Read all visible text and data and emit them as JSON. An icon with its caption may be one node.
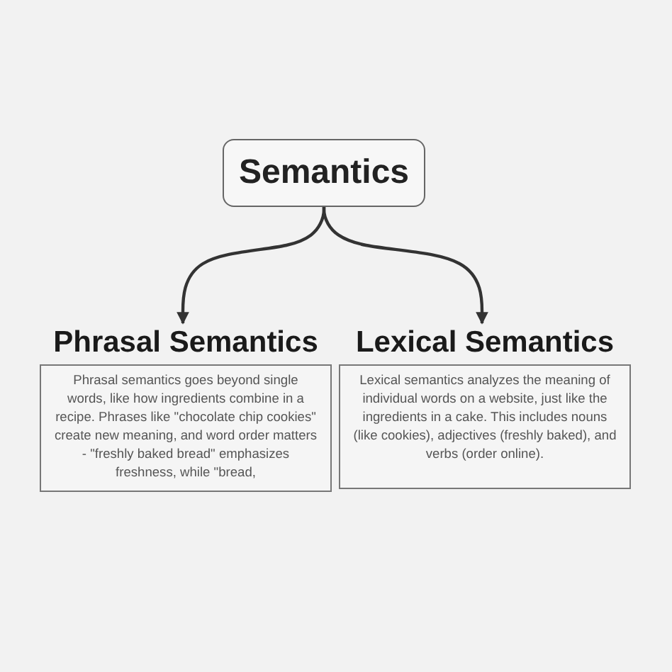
{
  "diagram": {
    "nodes": [
      {
        "text": [
          "Semantics"
        ]
      },
      {
        "text": [
          "Phrasal Semantics",
          "Phrasal semantics goes beyond single words, like how ingredients combine in a recipe. Phrases like \"chocolate chip cookies\" create new meaning, and word order matters - \"freshly baked bread\" emphasizes freshness, while \"bread,"
        ]
      },
      {
        "text": [
          "Lexical Semantics",
          "Lexical semantics analyzes the meaning of individual words on a website, just like the ingredients in a cake. This includes nouns (like cookies), adjectives (freshly baked), and verbs (order online)."
        ]
      }
    ],
    "edges": [
      {
        "from": 0,
        "to": 1,
        "arrow": "to"
      },
      {
        "from": 0,
        "to": 2,
        "arrow": "to"
      }
    ]
  }
}
